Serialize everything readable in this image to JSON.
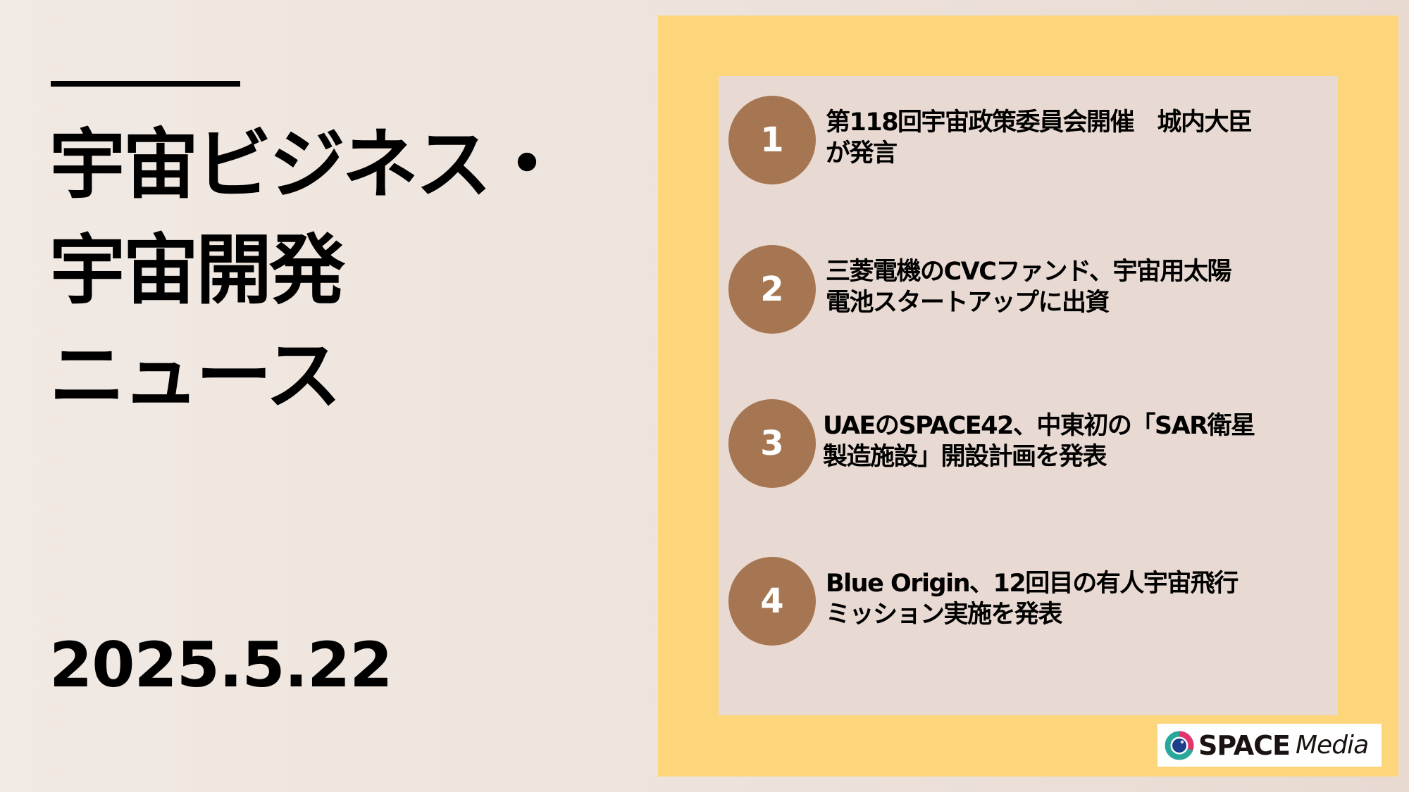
{
  "title": {
    "lines": [
      "宇宙ビジネス・",
      "宇宙開発",
      "ニュース"
    ]
  },
  "date": "2025.5.22",
  "colors": {
    "background_left": "#f1e9e3",
    "background_right": "#e8dad1",
    "frame_yellow": "#fdd57b",
    "inner_panel": "#e8dad2",
    "badge_brown": "#a67652",
    "text": "#000000",
    "logo_pink": "#e5336e",
    "logo_teal": "#2aa79b",
    "logo_navy": "#1c3f8c"
  },
  "news": [
    {
      "number": "1",
      "lines": [
        "第118回宇宙政策委員会開催　城内大臣",
        "が発言"
      ]
    },
    {
      "number": "2",
      "lines": [
        "三菱電機のCVCファンド、宇宙用太陽",
        "電池スタートアップに出資"
      ]
    },
    {
      "number": "3",
      "lines": [
        "UAEのSPACE42、中東初の「SAR衛星",
        "製造施設」開設計画を発表"
      ]
    },
    {
      "number": "4",
      "lines": [
        "Blue Origin、12回目の有人宇宙飛行",
        "ミッション実施を発表"
      ]
    }
  ],
  "logo": {
    "icon": "space-media-ring-icon",
    "word1": "SPACE",
    "word2": "Media"
  }
}
